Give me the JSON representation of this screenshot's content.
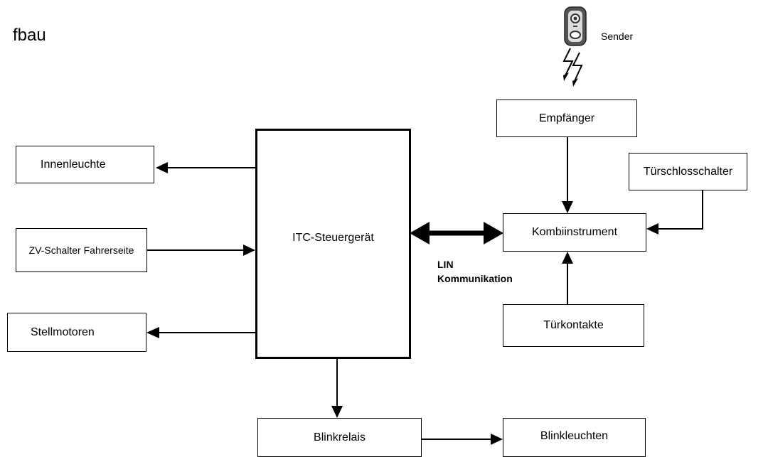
{
  "title_fragment": "fbau",
  "sender": {
    "label": "Sender"
  },
  "blocks": {
    "controller": "ITC-Steuergerät",
    "interior_light": "Innenleuchte",
    "cl_switch_driver": "ZV-Schalter Fahrerseite",
    "actuators": "Stellmotoren",
    "flasher_relay": "Blinkrelais",
    "turn_signals": "Blinkleuchten",
    "receiver": "Empfänger",
    "instrument_cluster": "Kombiinstrument",
    "door_lock_switch": "Türschlosschalter",
    "door_contacts": "Türkontakte"
  },
  "bus": {
    "line1": "LIN",
    "line2": "Kommunikation"
  },
  "colors": {
    "stroke": "#000000",
    "background": "#ffffff",
    "remote_body": "#555555"
  }
}
